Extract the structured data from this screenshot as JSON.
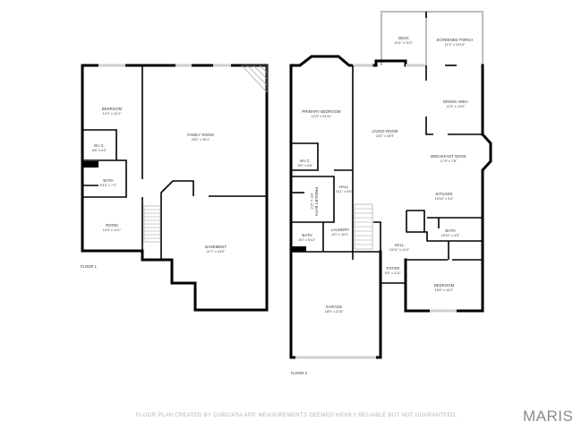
{
  "floor1": {
    "label": "FLOOR 1",
    "rooms": [
      {
        "name": "BEDROOM",
        "dims": "12'4\" x 21'1\""
      },
      {
        "name": "W.I.C.",
        "dims": "6'8\" x 6'2\""
      },
      {
        "name": "BATH",
        "dims": "8'10\" x 7'2\""
      },
      {
        "name": "ROOM",
        "dims": "12'4\" x 11'1\""
      },
      {
        "name": "FAMILY ROOM",
        "dims": "29'0\" x 29'1\""
      },
      {
        "name": "BASEMENT",
        "dims": "21'7\" x 23'0\""
      }
    ]
  },
  "floor2": {
    "label": "FLOOR 2",
    "rooms": [
      {
        "name": "DECK",
        "dims": "8'11\" x 11'0\""
      },
      {
        "name": "SCREENED PORCH",
        "dims": "11'3\" x 10'10\""
      },
      {
        "name": "PRIMARY BEDROOM",
        "dims": "12'4\" x 24'11\""
      },
      {
        "name": "LIVING ROOM",
        "dims": "15'3\" x 28'9\""
      },
      {
        "name": "DINING AREA",
        "dims": "11'5\" x 14'0\""
      },
      {
        "name": "BREAKFAST NOOK",
        "dims": "17'9\" x 7'8\""
      },
      {
        "name": "W.I.C.",
        "dims": "5'0\" x 6'8\""
      },
      {
        "name": "HALL",
        "dims": "3'11\" x 8'5\""
      },
      {
        "name": "PRIMARY BATH",
        "dims": "8'5\" x 14'2\""
      },
      {
        "name": "KITCHEN",
        "dims": "15'10\" x 9'4\""
      },
      {
        "name": "BATH",
        "dims": "10'11\" x 4'5\""
      },
      {
        "name": "LAUNDRY",
        "dims": "6'0\" x 10'2\""
      },
      {
        "name": "BATH",
        "dims": "8'0\" x 5'10\""
      },
      {
        "name": "HALL",
        "dims": "13'11\" x 11'4\""
      },
      {
        "name": "FOYER",
        "dims": "5'0\" x 4'11\""
      },
      {
        "name": "BEDROOM",
        "dims": "15'6\" x 10'2\""
      },
      {
        "name": "GARAGE",
        "dims": "18'0\" x 21'8\""
      }
    ]
  },
  "footer": {
    "disclaimer": "FLOOR PLAN CREATED BY CUBICASA APP. MEASUREMENTS DEEMED HIGHLY RELIABLE BUT NOT GUARANTEED.",
    "logo": "MARIS"
  },
  "colors": {
    "walls": "#000000",
    "exterior_structures": "#bdbdbd",
    "text": "#333333"
  }
}
